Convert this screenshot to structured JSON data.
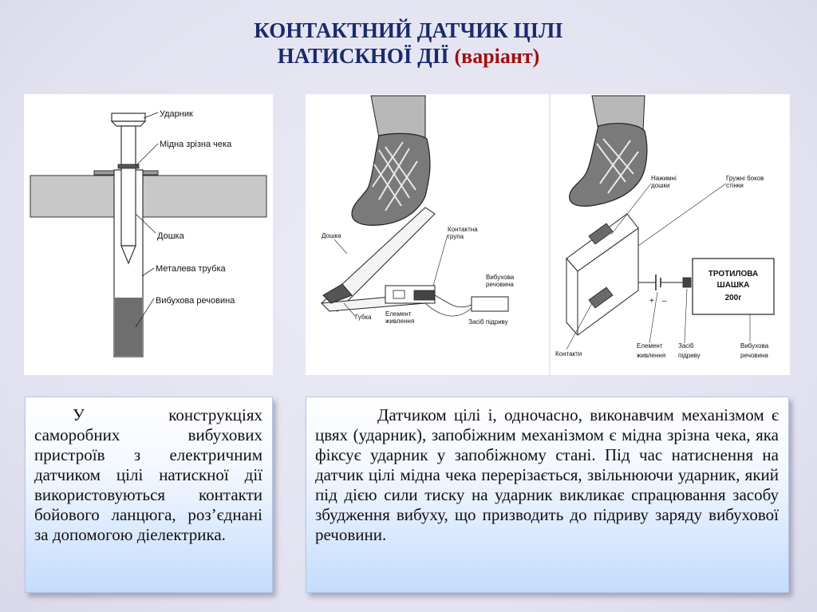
{
  "title": {
    "line1": "КОНТАКТНИЙ ДАТЧИК ЦІЛІ",
    "line2_main": "НАТИСКНОЇ ДІЇ",
    "line2_variant": "(варіант)"
  },
  "figure1": {
    "labels": {
      "striker": "Ударник",
      "pin": "Мідна зрізна чека",
      "board": "Дошка",
      "tube": "Металева трубка",
      "explosive": "Вибухова речовина"
    }
  },
  "figure2": {
    "labels": {
      "board": "Дошка",
      "contact_group_line1": "Контактна",
      "contact_group_line2": "група",
      "explosive_line1": "Вибухова",
      "explosive_line2": "речовина",
      "sponge": "Губка",
      "element_line1": "Елемент",
      "element_line2": "живлення",
      "detonator": "Засіб підриву"
    }
  },
  "figure3": {
    "labels": {
      "boards_line1": "Нажимні",
      "boards_line2": "дошки",
      "springs_line1": "Гружні боков",
      "springs_line2": "стінки",
      "charge_line1": "ТРОТИЛОВА",
      "charge_line2": "ШАШКА",
      "charge_line3": "200г",
      "contacts": "Контакти",
      "element_line1": "Елемент",
      "element_line2": "живлення",
      "detonator_line1": "Засіб",
      "detonator_line2": "підриву",
      "explosive_line1": "Вибухова",
      "explosive_line2": "речовина",
      "plus": "+",
      "minus": "–"
    }
  },
  "text_left": "У конструкціях саморобних вибухових пристроїв з електричним датчиком цілі натискної дії використовуються контакти бойового ланцюга, роз’єднані за допомогою діелектрика.",
  "text_right": "Датчиком цілі і, одночасно, виконавчим механізмом є цвях (ударник), запобіжним механізмом є мідна зрізна чека, яка фіксує ударник у запобіжному стані. Під час натиснення на датчик цілі мідна чека перерізається, звільнюючи ударник, який під дією сили тиску на ударник викликає спрацювання засобу збудження вибуху, що призводить до підриву заряду вибухової речовини."
}
